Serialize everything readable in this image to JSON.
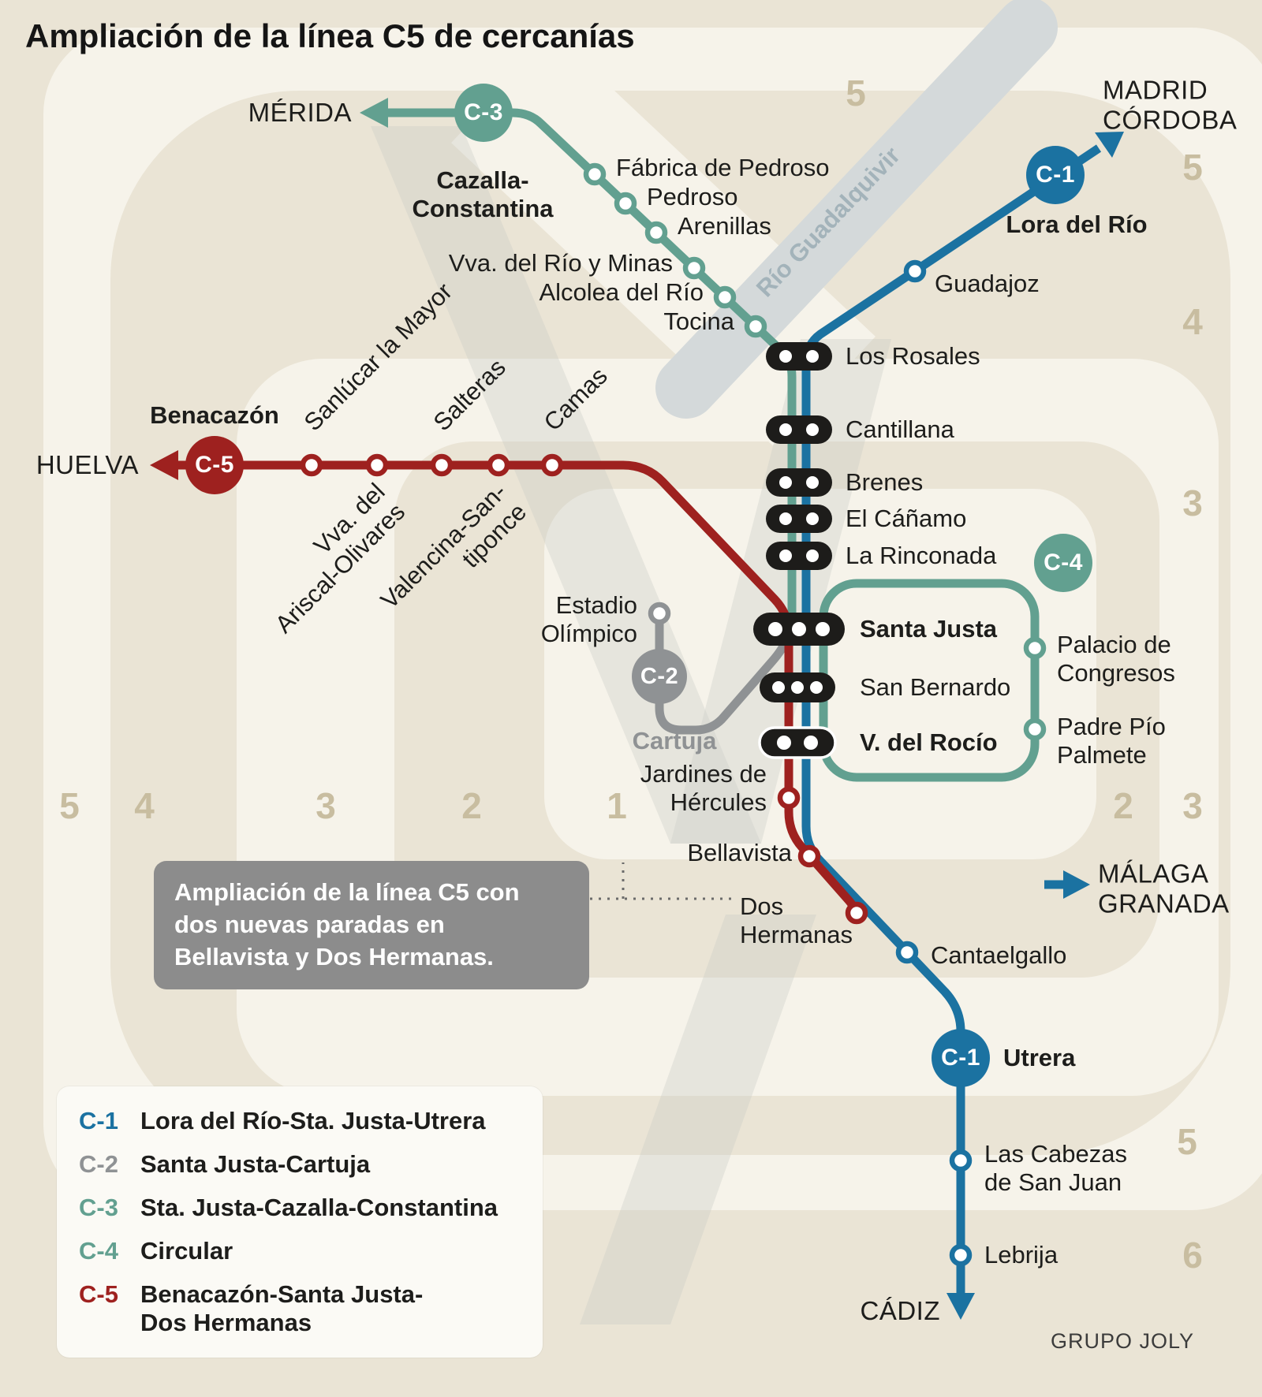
{
  "title": "Ampliación de la línea C5 de cercanías",
  "colors": {
    "c1": "#1b72a1",
    "c2": "#8f9294",
    "c3": "#62a090",
    "c4": "#62a090",
    "c5": "#9e211f",
    "bg": "#eae4d5",
    "zoneWhite": "#f6f3ea",
    "zoneNum": "#c8bda0",
    "river": "#d4d9da",
    "riverText": "#a3b3ba",
    "pill": "#1d1c1a",
    "text": "#1d1d1b",
    "calloutBg": "#8c8c8c",
    "legendBg": "#fbfaf5"
  },
  "river_label": "Río Guadalquivir",
  "destinations": {
    "merida": "MÉRIDA",
    "huelva": "HUELVA",
    "madrid_cordoba": "MADRID\nCÓRDOBA",
    "malaga_granada": "MÁLAGA\nGRANADA",
    "cadiz": "CÁDIZ"
  },
  "badges": {
    "c1": "C-1",
    "c2": "C-2",
    "c3": "C-3",
    "c4": "C-4",
    "c5": "C-5",
    "c1_utrera": "C-1"
  },
  "stations": {
    "cazalla": "Cazalla-\nConstantina",
    "fabrica": "Fábrica de Pedroso",
    "pedroso": "Pedroso",
    "arenillas": "Arenillas",
    "vva_rio_minas": "Vva. del Río y Minas",
    "alcolea": "Alcolea del Río",
    "tocina": "Tocina",
    "lora": "Lora del Río",
    "guadajoz": "Guadajoz",
    "los_rosales": "Los Rosales",
    "cantillana": "Cantillana",
    "brenes": "Brenes",
    "el_canamo": "El Cáñamo",
    "la_rinconada": "La Rinconada",
    "santa_justa": "Santa Justa",
    "san_bernardo": "San Bernardo",
    "v_del_rocio": "V. del Rocío",
    "palacio": "Palacio de\nCongresos",
    "padre_pio": "Padre Pío\nPalmete",
    "estadio": "Estadio\nOlímpico",
    "cartuja": "Cartuja",
    "benacazon": "Benacazón",
    "sanlucar": "Sanlúcar la Mayor",
    "ariscal": "Vva. del\nAriscal-Olivares",
    "salteras": "Salteras",
    "valencina": "Valencina-San-\ntiponce",
    "camas": "Camas",
    "jardines": "Jardines de\nHércules",
    "bellavista": "Bellavista",
    "dos_hermanas": "Dos\nHermanas",
    "cantaelgallo": "Cantaelgallo",
    "utrera": "Utrera",
    "las_cabezas": "Las Cabezas\nde San Juan",
    "lebrija": "Lebrija"
  },
  "zone_numbers": {
    "top_5": "5",
    "right_5": "5",
    "right_4": "4",
    "right_3": "3",
    "left_5": "5",
    "left_4": "4",
    "left_3": "3",
    "left_2": "2",
    "center_1": "1",
    "right_2b": "2",
    "right_3b": "3",
    "bottom_5": "5",
    "bottom_6": "6"
  },
  "callout": {
    "text": "Ampliación de la línea C5 con\ndos nuevas paradas en\nBellavista y Dos Hermanas."
  },
  "legend": {
    "items": [
      {
        "code": "C-1",
        "label": "Lora del Río-Sta. Justa-Utrera"
      },
      {
        "code": "C-2",
        "label": "Santa Justa-Cartuja"
      },
      {
        "code": "C-3",
        "label": "Sta. Justa-Cazalla-Constantina"
      },
      {
        "code": "C-4",
        "label": "Circular"
      },
      {
        "code": "C-5",
        "label": "Benacazón-Santa Justa-\nDos Hermanas"
      }
    ]
  },
  "credit": "GRUPO JOLY"
}
